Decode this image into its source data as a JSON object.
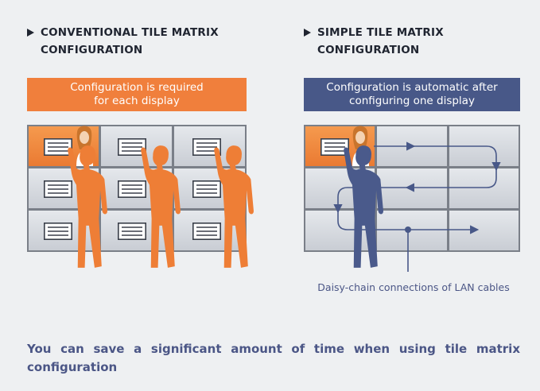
{
  "left": {
    "heading": "CONVENTIONAL TILE MATRIX CONFIGURATION",
    "banner": "Configuration is required\nfor each display"
  },
  "right": {
    "heading": "SIMPLE TILE MATRIX CONFIGURATION",
    "banner": "Configuration is automatic after\nconfiguring one display",
    "caption": "Daisy-chain connections of LAN cables"
  },
  "footer": {
    "text": "You can save a significant amount of time when using tile matrix configuration"
  },
  "colors": {
    "orange": "#f07f3c",
    "navy": "#485888",
    "panel_gray": "#dcdfe4",
    "text_dark": "#1f2430",
    "text_blue": "#4b5686",
    "background": "#eef0f2"
  },
  "icons": [
    "play-triangle-icon",
    "person-silhouette-icon",
    "document-icon",
    "arrow-icon"
  ]
}
